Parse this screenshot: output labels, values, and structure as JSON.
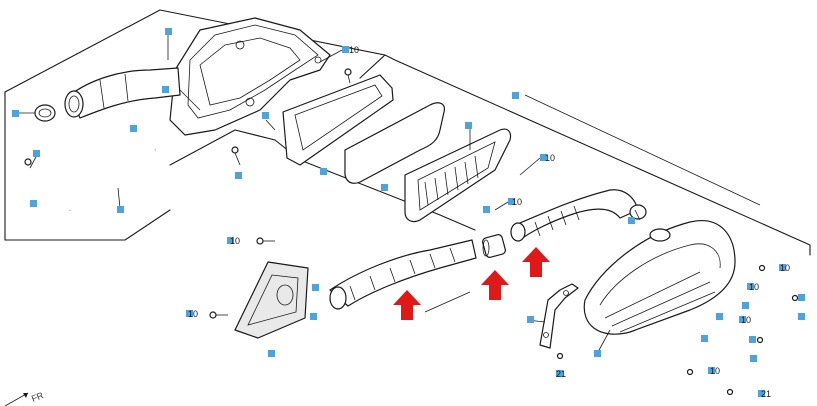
{
  "diagram": {
    "accent_color": "#4da3dd",
    "arrow_color": "#e01818",
    "callout_labels": [
      "10",
      "10",
      "10",
      "10",
      "10",
      "10",
      "10",
      "10",
      "10",
      "21",
      "21"
    ],
    "corner_text": "FR"
  }
}
